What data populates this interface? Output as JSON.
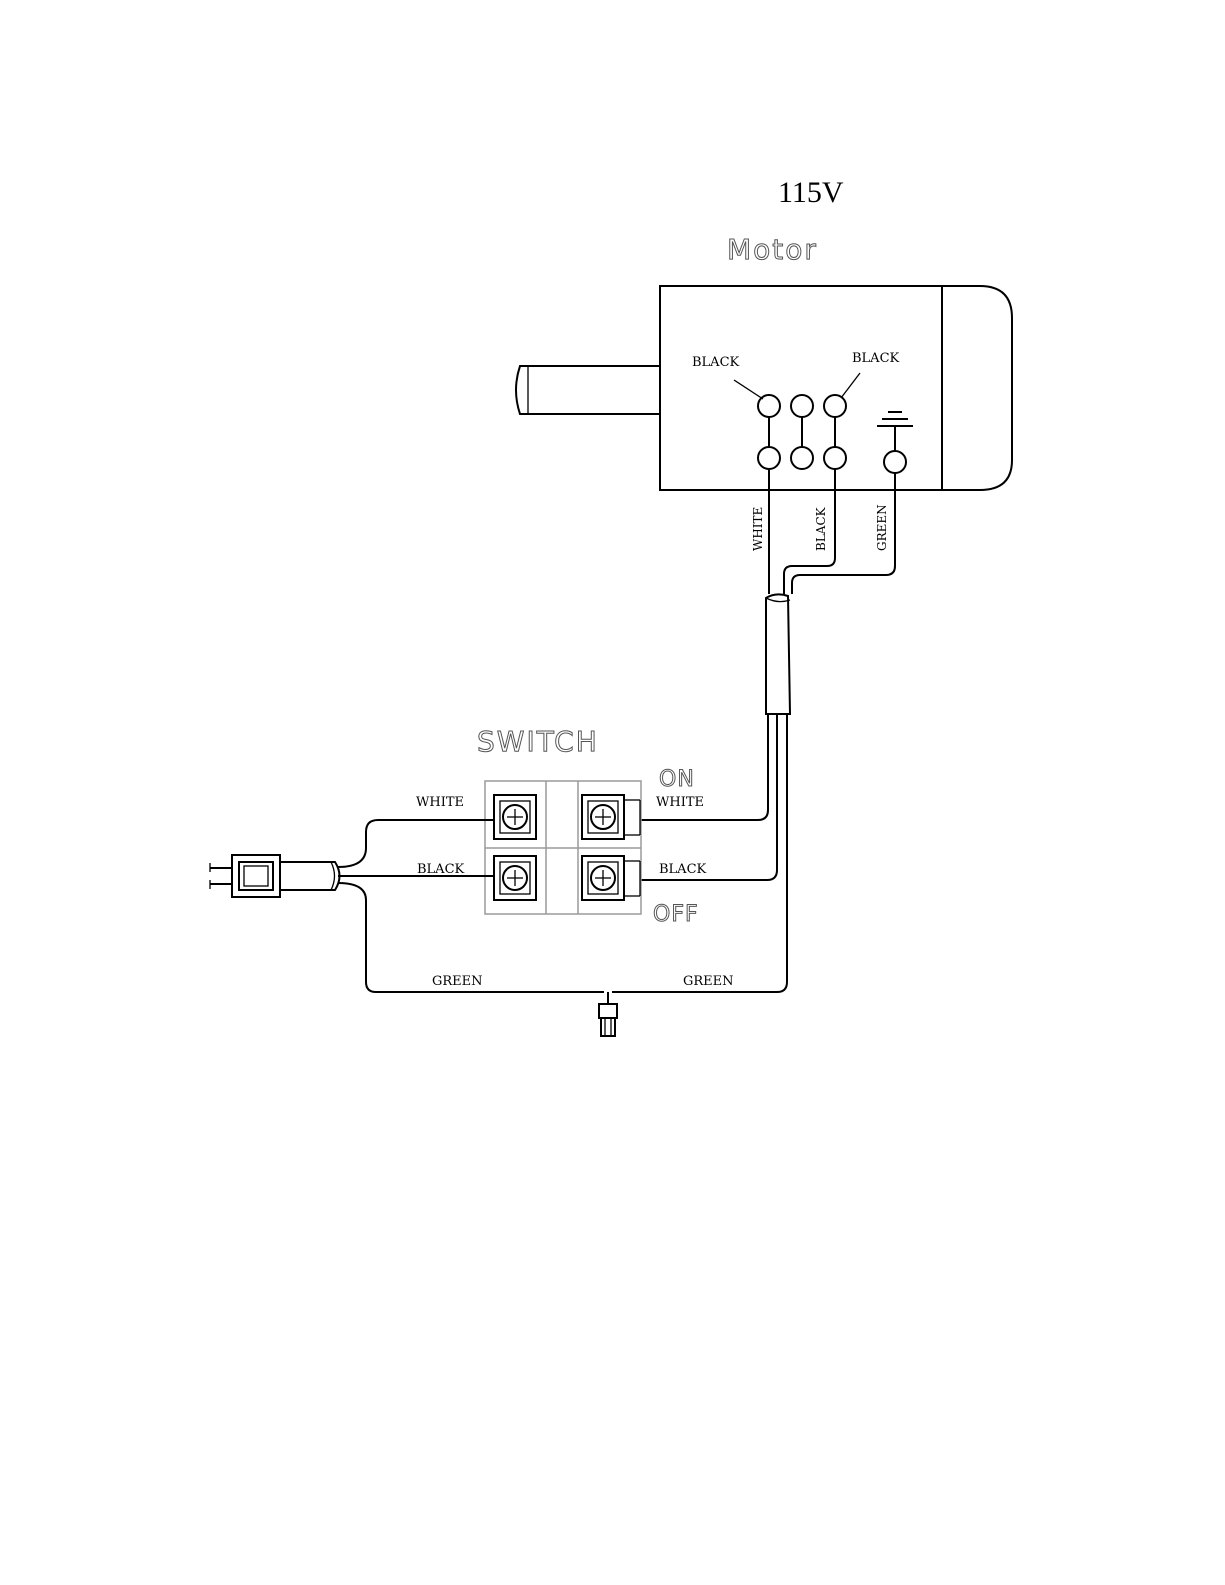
{
  "voltage": "115V",
  "motor": {
    "title": "Motor",
    "terminal_label_left": "BLACK",
    "terminal_label_right": "BLACK",
    "lead_white": "WHITE",
    "lead_black": "BLACK",
    "lead_green": "GREEN"
  },
  "switch": {
    "title": "SWITCH",
    "on_label": "ON",
    "off_label": "OFF",
    "in_white": "WHITE",
    "in_black": "BLACK",
    "out_white": "WHITE",
    "out_black": "BLACK"
  },
  "ground": {
    "left_label": "GREEN",
    "right_label": "GREEN"
  },
  "icons": [
    "plug-icon",
    "ground-symbol-icon",
    "wire-nut-icon",
    "screw-terminal-icon"
  ]
}
